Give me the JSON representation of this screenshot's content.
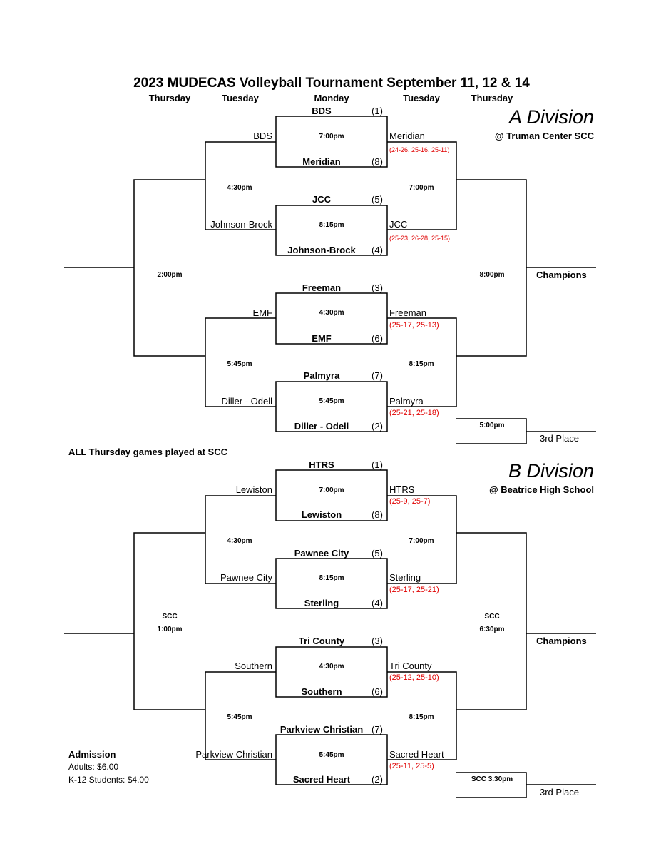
{
  "title": "2023 MUDECAS Volleyball Tournament September 11, 12 & 14",
  "days": [
    "Thursday",
    "Tuesday",
    "Monday",
    "Tuesday",
    "Thursday"
  ],
  "a": {
    "name": "A  Division",
    "location": "@ Truman Center SCC",
    "r1": [
      {
        "top": "BDS",
        "top_seed": "(1)",
        "time": "7:00pm",
        "bottom": "Meridian",
        "bottom_seed": "(8)"
      },
      {
        "top": "JCC",
        "top_seed": "(5)",
        "time": "8:15pm",
        "bottom": "Johnson-Brock",
        "bottom_seed": "(4)"
      },
      {
        "top": "Freeman",
        "top_seed": "(3)",
        "time": "4:30pm",
        "bottom": "EMF",
        "bottom_seed": "(6)"
      },
      {
        "top": "Palmyra",
        "top_seed": "(7)",
        "time": "5:45pm",
        "bottom": "Diller - Odell",
        "bottom_seed": "(2)"
      }
    ],
    "left_r2": [
      "BDS",
      "Johnson-Brock",
      "EMF",
      "Diller - Odell"
    ],
    "left_r2_times": [
      "4:30pm",
      "5:45pm"
    ],
    "left_final_time": "2:00pm",
    "right_r2": [
      "Meridian",
      "JCC",
      "Freeman",
      "Palmyra"
    ],
    "right_scores": [
      "(24-26, 25-16, 25-11)",
      "(25-23, 26-28, 25-15)",
      "(25-17, 25-13)",
      "(25-21, 25-18)"
    ],
    "right_r2_times": [
      "7:00pm",
      "8:15pm"
    ],
    "right_final_time": "8:00pm",
    "champions": "Champions",
    "third_time": "5:00pm",
    "third_label": "3rd Place"
  },
  "note": "ALL Thursday games played at SCC",
  "b": {
    "name": "B Division",
    "location": "@ Beatrice High School",
    "r1": [
      {
        "top": "HTRS",
        "top_seed": "(1)",
        "time": "7:00pm",
        "bottom": "Lewiston",
        "bottom_seed": "(8)"
      },
      {
        "top": "Pawnee City",
        "top_seed": "(5)",
        "time": "8:15pm",
        "bottom": "Sterling",
        "bottom_seed": "(4)"
      },
      {
        "top": "Tri County",
        "top_seed": "(3)",
        "time": "4:30pm",
        "bottom": "Southern",
        "bottom_seed": "(6)"
      },
      {
        "top": "Parkview Christian",
        "top_seed": "(7)",
        "time": "5:45pm",
        "bottom": "Sacred Heart",
        "bottom_seed": "(2)"
      }
    ],
    "left_r2": [
      "Lewiston",
      "Pawnee City",
      "Southern",
      "Parkview Christian"
    ],
    "left_r2_times": [
      "4:30pm",
      "5:45pm"
    ],
    "left_final_venue": "SCC",
    "left_final_time": "1:00pm",
    "right_r2": [
      "HTRS",
      "Sterling",
      "Tri County",
      "Sacred Heart"
    ],
    "right_scores": [
      "(25-9, 25-7)",
      "(25-17, 25-21)",
      "(25-12, 25-10)",
      "(25-11, 25-5)"
    ],
    "right_r2_times": [
      "7:00pm",
      "8:15pm"
    ],
    "right_final_venue": "SCC",
    "right_final_time": "6:30pm",
    "champions": "Champions",
    "third_time": "SCC 3.30pm",
    "third_label": "3rd Place"
  },
  "admission": {
    "heading": "Admission",
    "adults": "Adults: $6.00",
    "students": "K-12 Students: $4.00"
  }
}
